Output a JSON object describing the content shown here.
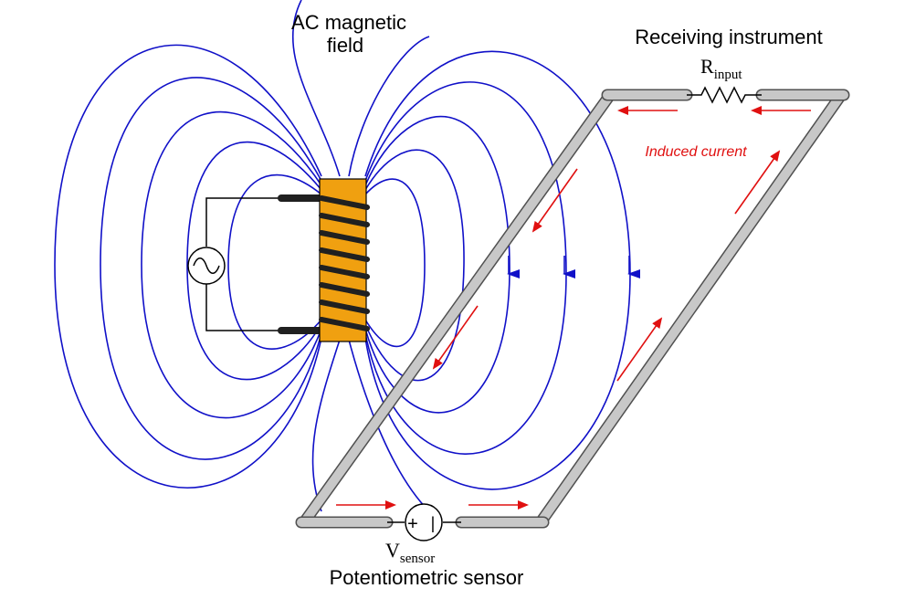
{
  "labels": {
    "field_title_line1": "AC magnetic",
    "field_title_line2": "field",
    "receiving_instrument": "Receiving instrument",
    "r_main": "R",
    "r_sub": "input",
    "induced_current": "Induced current",
    "v_main": "V",
    "v_sub": "sensor",
    "sensor_polarity_plus": "+",
    "sensor_polarity_minus": "|",
    "potentiometric_sensor": "Potentiometric sensor",
    "ac_symbol": "∿"
  },
  "colors": {
    "field_lines": "#1010c8",
    "induced_current": "#e01010",
    "core": "#f0a010",
    "wire_loop": "#c8c8c8",
    "wire_outline": "#505050",
    "winding": "#202020"
  }
}
